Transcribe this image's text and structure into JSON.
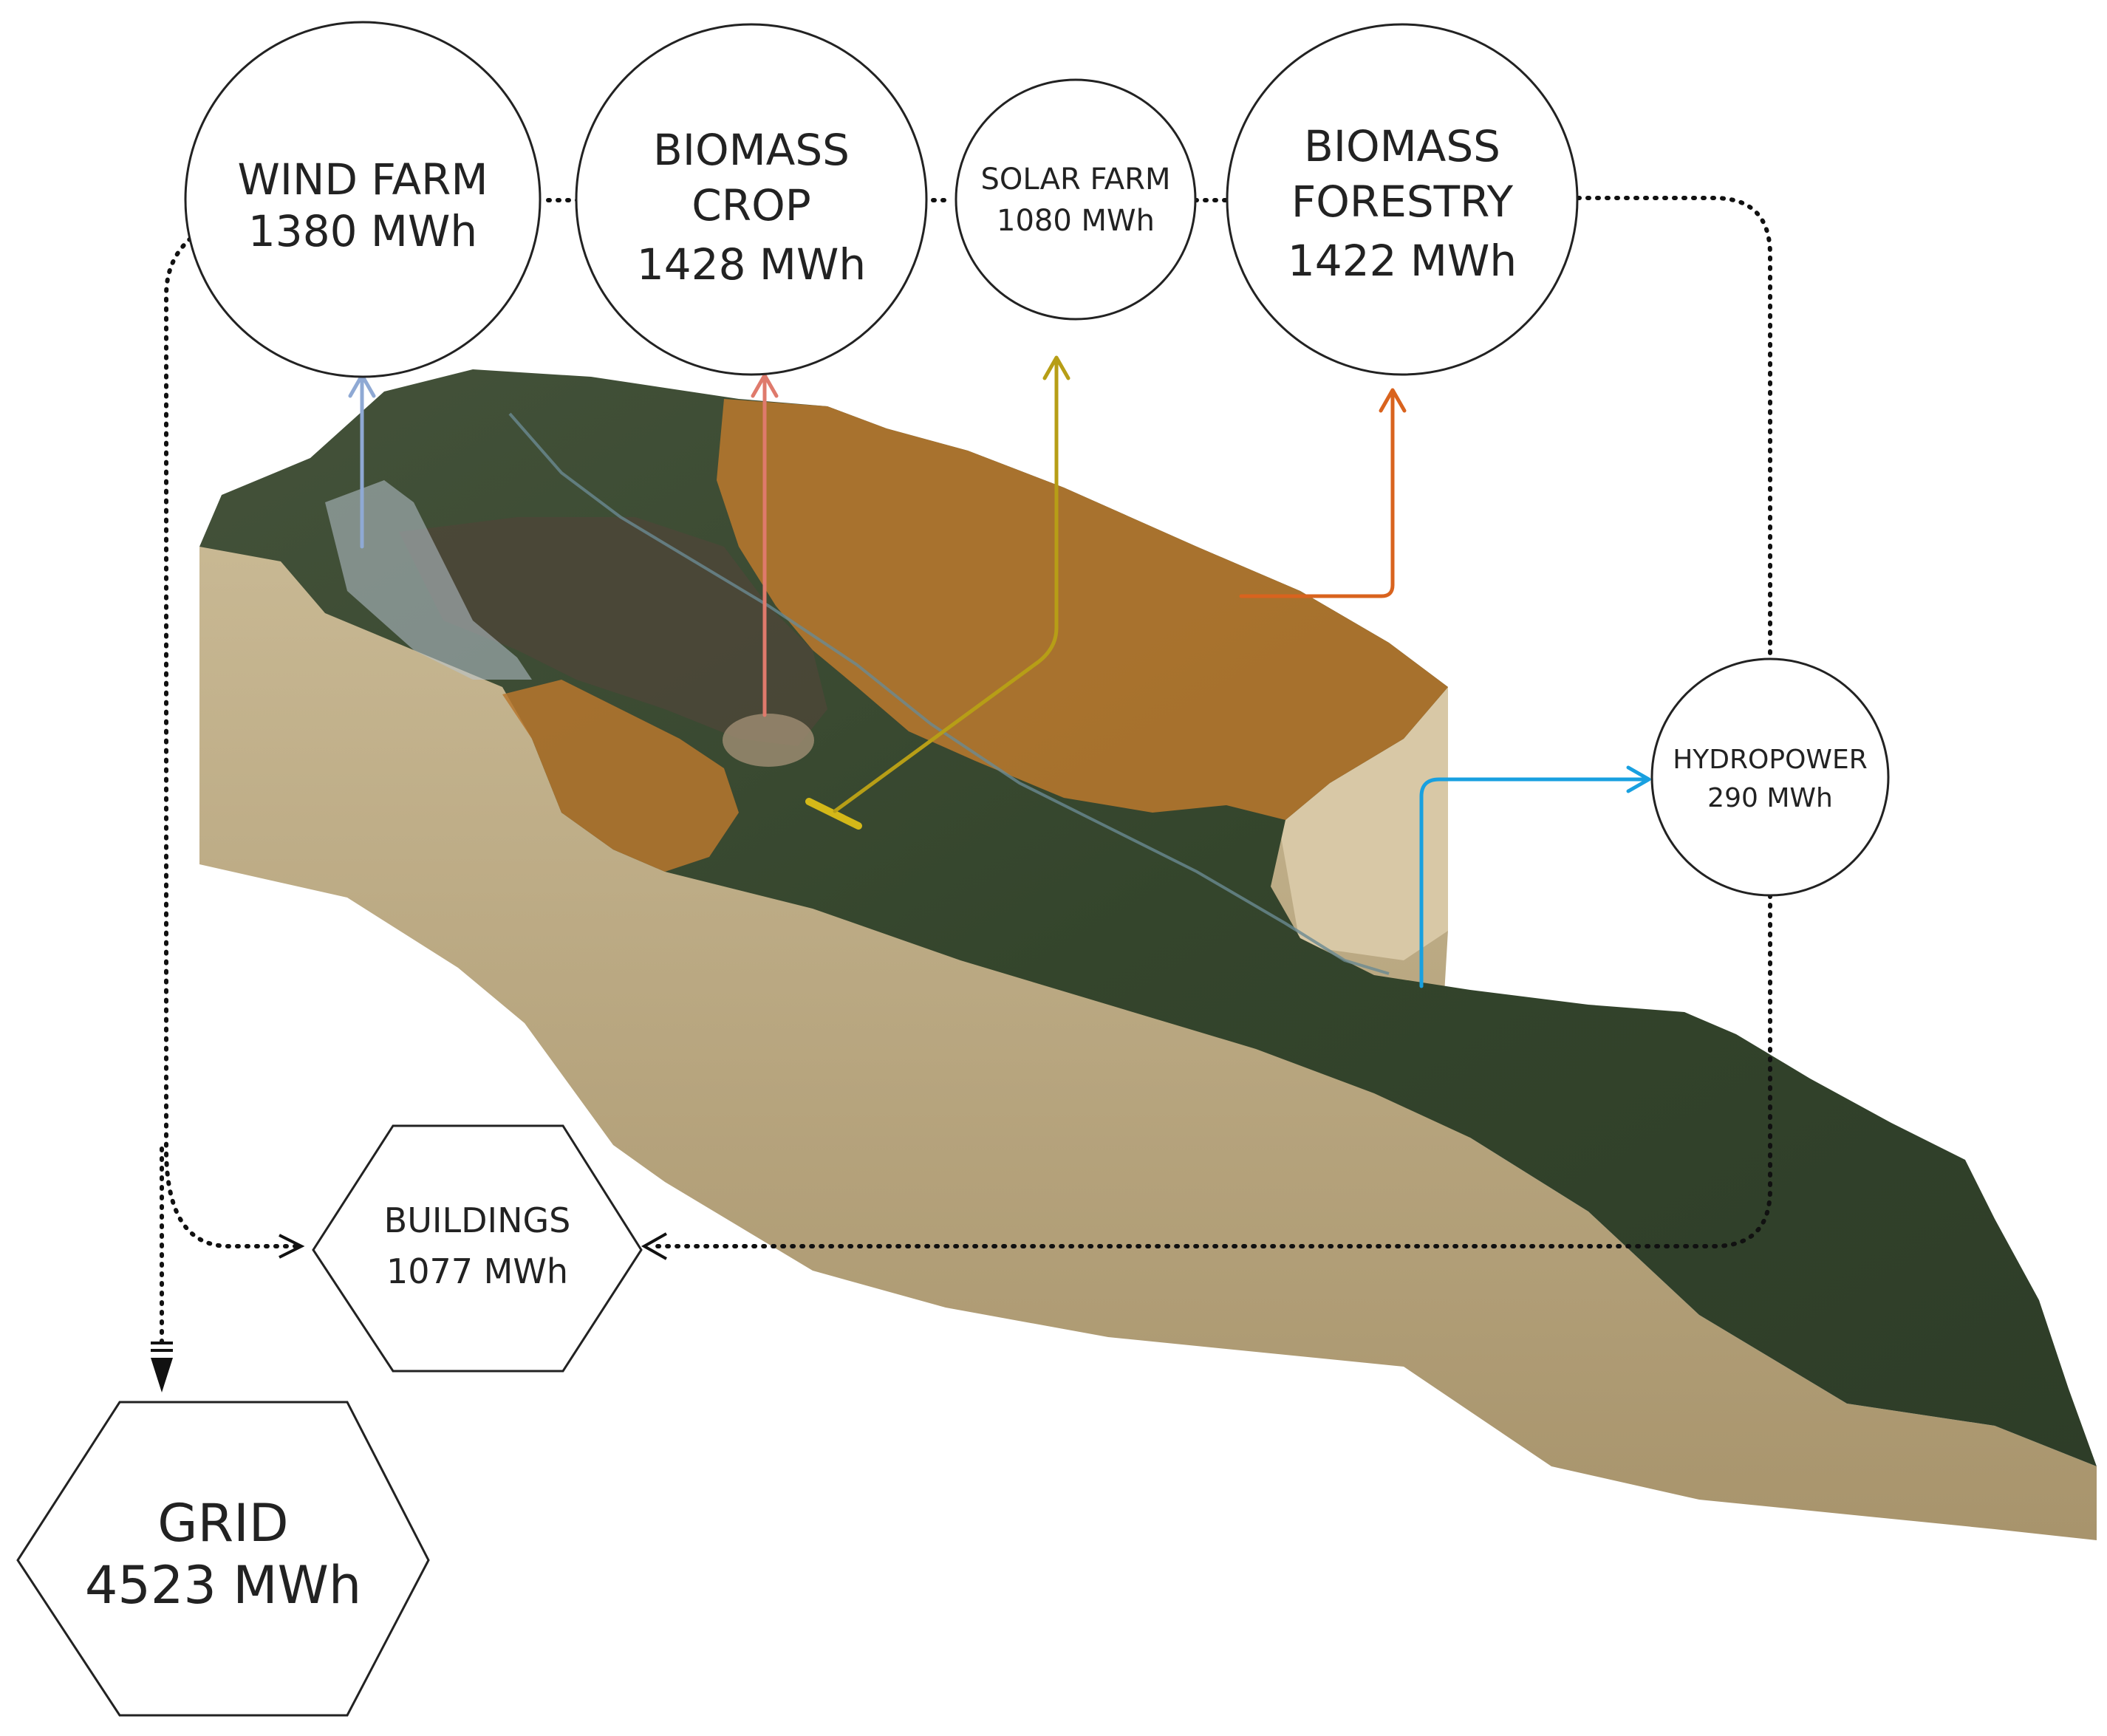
{
  "nodes": {
    "wind_farm": {
      "lines": [
        "WIND FARM",
        "1380 MWh"
      ]
    },
    "biomass_crop": {
      "lines": [
        "BIOMASS",
        "CROP",
        "1428 MWh"
      ]
    },
    "solar_farm": {
      "lines": [
        "SOLAR FARM",
        "1080 MWh"
      ]
    },
    "biomass_forestry": {
      "lines": [
        "BIOMASS",
        "FORESTRY",
        "1422 MWh"
      ]
    },
    "hydropower": {
      "lines": [
        "HYDROPOWER",
        "290 MWh"
      ]
    },
    "buildings": {
      "lines": [
        "BUILDINGS",
        "1077 MWh"
      ]
    },
    "grid": {
      "lines": [
        "GRID",
        "4523 MWh"
      ]
    }
  },
  "colors": {
    "wind": "#8fa9d4",
    "biomass_crop": "#df7a6c",
    "solar": "#b79e16",
    "biomass_forestry": "#d9631e",
    "hydro": "#18a0e0",
    "flow": "#111111",
    "terrain_side": "#b9a57f",
    "terrain_top": "#3a4a2e",
    "biomass_overlay": "#b7772e"
  }
}
